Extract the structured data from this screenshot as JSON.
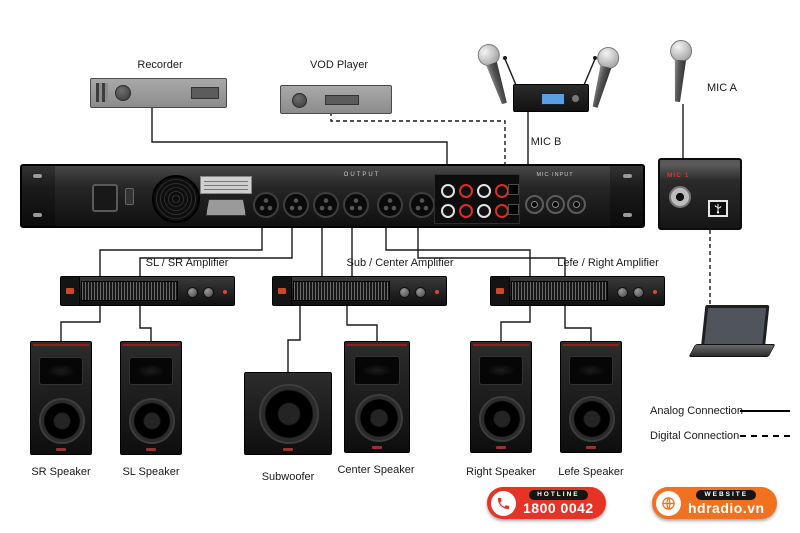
{
  "sources": {
    "recorder_label": "Recorder",
    "vod_label": "VOD Player",
    "mic_b_label": "MIC B",
    "mic_a_label": "MIC A"
  },
  "rack": {
    "output_label": "OUTPUT",
    "mic_input_label": "MIC INPUT",
    "mic1_label": "MIC 1"
  },
  "amplifiers": {
    "sl_sr": "SL / SR Amplifier",
    "sub_center": "Sub / Center Amplifier",
    "lefe_right": "Lefe / Right Amplifier"
  },
  "speakers": {
    "sr": "SR Speaker",
    "sl": "SL Speaker",
    "subwoofer": "Subwoofer",
    "center": "Center Speaker",
    "right": "Right Speaker",
    "lefe": "Lefe Speaker"
  },
  "legend": {
    "analog": "Analog Connection",
    "digital": "Digital Connection"
  },
  "footer": {
    "hotline_tag": "HOTLINE",
    "hotline_value": "1800 0042",
    "website_tag": "WEBSITE",
    "website_value": "hdradio.vn"
  },
  "colors": {
    "hotline_red": "#e63325",
    "website_orange": "#f1711f",
    "wire_black": "#1a1a1a",
    "display_blue": "#5b9fe3",
    "rca_red": "#d63126",
    "speaker_trim_red": "#8f211d"
  }
}
